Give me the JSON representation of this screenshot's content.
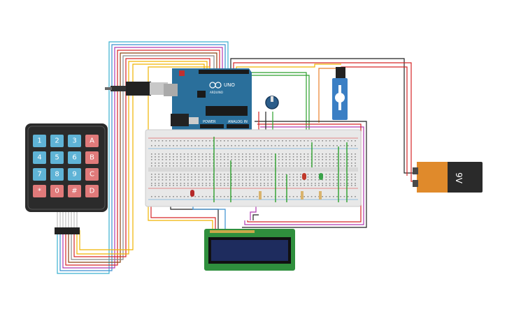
{
  "keypad": {
    "rows": [
      [
        "1",
        "2",
        "3",
        "A"
      ],
      [
        "4",
        "5",
        "6",
        "B"
      ],
      [
        "7",
        "8",
        "9",
        "C"
      ],
      [
        "*",
        "0",
        "#",
        "D"
      ]
    ],
    "number_color": "#5fb3d6",
    "letter_color": "#e07a7a",
    "body_color": "#2b2b2b"
  },
  "arduino": {
    "logo_text": "UNO",
    "brand_text": "ARDUINO",
    "power_label": "POWER",
    "analog_label": "ANALOG IN",
    "board_color": "#2a6f9b"
  },
  "battery": {
    "label": "9V",
    "terminal_color": "#4a4a4a",
    "copper_color": "#e08a2b"
  },
  "lcd": {
    "screen_color": "#1e2c5e",
    "board_color": "#2f8f3d"
  },
  "components": {
    "servo_color": "#3b7fc4",
    "buzzer_color": "#1a1a1a",
    "potentiometer_color": "#2b5d8a",
    "led_red": "#b52a2a",
    "led_green": "#3aa34a",
    "led_red2": "#c0392b"
  },
  "wire_colors": {
    "red": "#d62728",
    "black": "#222222",
    "yellow": "#f0b400",
    "blue": "#3a8fd0",
    "green": "#2ca02c",
    "purple": "#b03ab0",
    "orange": "#e8802a",
    "brown": "#8b4513",
    "cyan": "#3ab0d0",
    "gray": "#888888"
  }
}
